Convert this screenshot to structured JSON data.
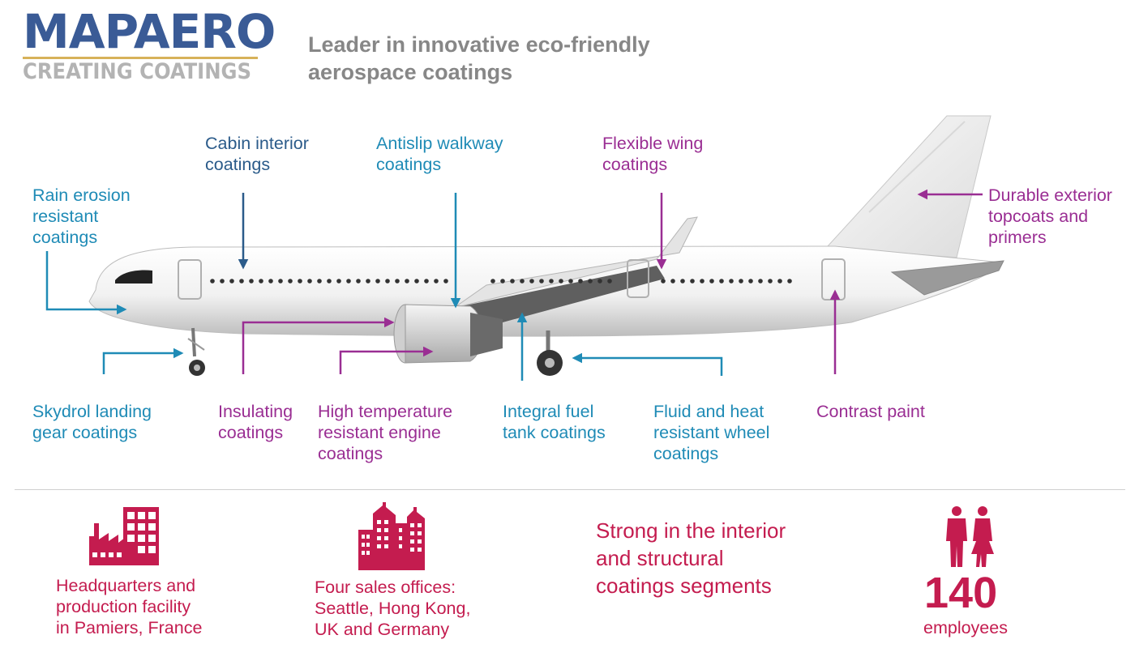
{
  "header": {
    "logo_main": "MAPAERO",
    "logo_sub": "CREATING COATINGS",
    "tagline_line1": "Leader in innovative eco-friendly",
    "tagline_line2": "aerospace coatings"
  },
  "labels": {
    "rain_erosion": [
      "Rain erosion",
      "resistant",
      "coatings"
    ],
    "cabin_interior": [
      "Cabin interior",
      "coatings"
    ],
    "antislip": [
      "Antislip walkway",
      "coatings"
    ],
    "flexible_wing": [
      "Flexible wing",
      "coatings"
    ],
    "durable_exterior": [
      "Durable exterior",
      "topcoats and",
      "primers"
    ],
    "skydrol": [
      "Skydrol landing",
      "gear coatings"
    ],
    "insulating": [
      "Insulating",
      "coatings"
    ],
    "high_temp": [
      "High temperature",
      "resistant engine",
      "coatings"
    ],
    "integral_fuel": [
      "Integral fuel",
      "tank coatings"
    ],
    "fluid_heat": [
      "Fluid and heat",
      "resistant wheel",
      "coatings"
    ],
    "contrast": [
      "Contrast paint"
    ]
  },
  "facts": {
    "hq": [
      "Headquarters and",
      "production facility",
      "in Pamiers, France"
    ],
    "sales": [
      "Four sales offices:",
      "Seattle, Hong Kong,",
      "UK and Germany"
    ],
    "strong": [
      "Strong in the interior",
      "and structural",
      "coatings segments"
    ],
    "employees_count": "140",
    "employees_label": "employees"
  },
  "colors": {
    "blue": "#1f8bb6",
    "navy": "#2b5b8a",
    "purple": "#9a2e93",
    "crimson": "#c41c4f",
    "logo_blue": "#3a5b96",
    "logo_gold": "#d7b25a"
  },
  "icons": {
    "hq": "factory-icon",
    "sales": "office-buildings-icon",
    "employees": "people-icon"
  }
}
